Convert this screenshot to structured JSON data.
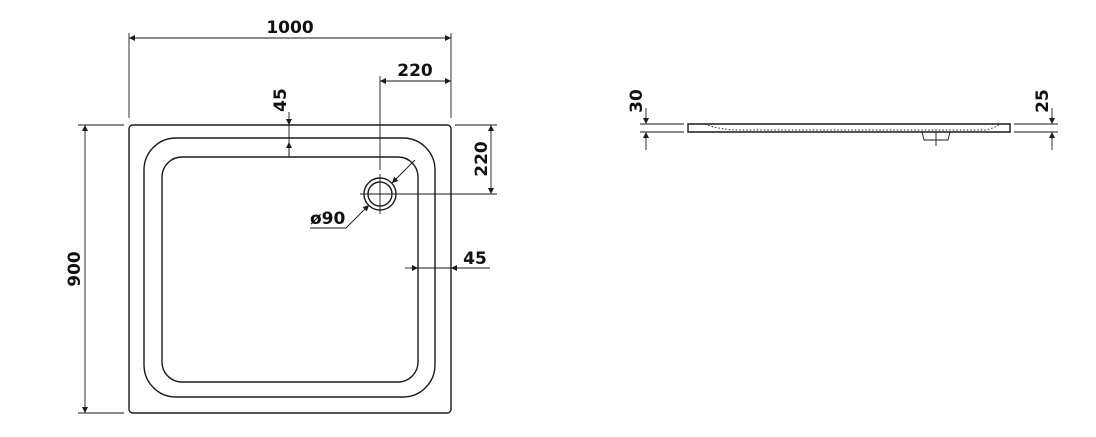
{
  "dimensions": {
    "overall_width": "1000",
    "drain_offset_x": "220",
    "rim_top": "45",
    "drain_offset_y": "220",
    "drain_diameter": "ø90",
    "rim_side": "45",
    "overall_depth": "900",
    "side_height_left": "30",
    "side_height_right": "25"
  },
  "colors": {
    "line": "#1a1a1a",
    "background": "#ffffff"
  }
}
